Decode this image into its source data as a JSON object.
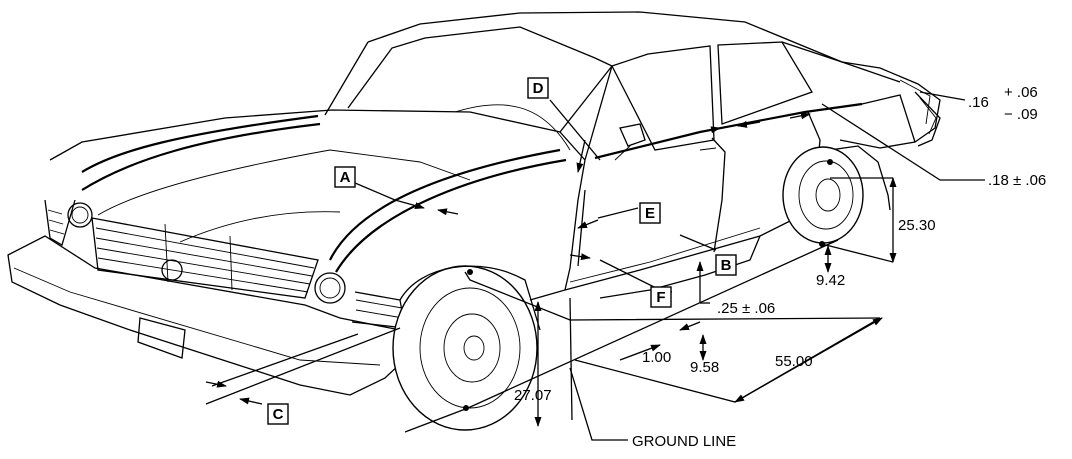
{
  "callouts": {
    "a": "A",
    "b": "B",
    "c": "C",
    "d": "D",
    "e": "E",
    "f": "F"
  },
  "dimensions": {
    "rear_gap_base": ".16",
    "rear_gap_plus": "+ .06",
    "rear_gap_minus": "− .09",
    "door_gap": ".18 ± .06",
    "rear_wheel_height": "25.30",
    "rear_overhang": "9.42",
    "rocker_gap": ".25 ± .06",
    "body_length": "55.00",
    "front_rocker_height": "9.58",
    "front_offset": "1.00",
    "front_wheel_height": "27.07"
  },
  "ground_label": "GROUND LINE"
}
